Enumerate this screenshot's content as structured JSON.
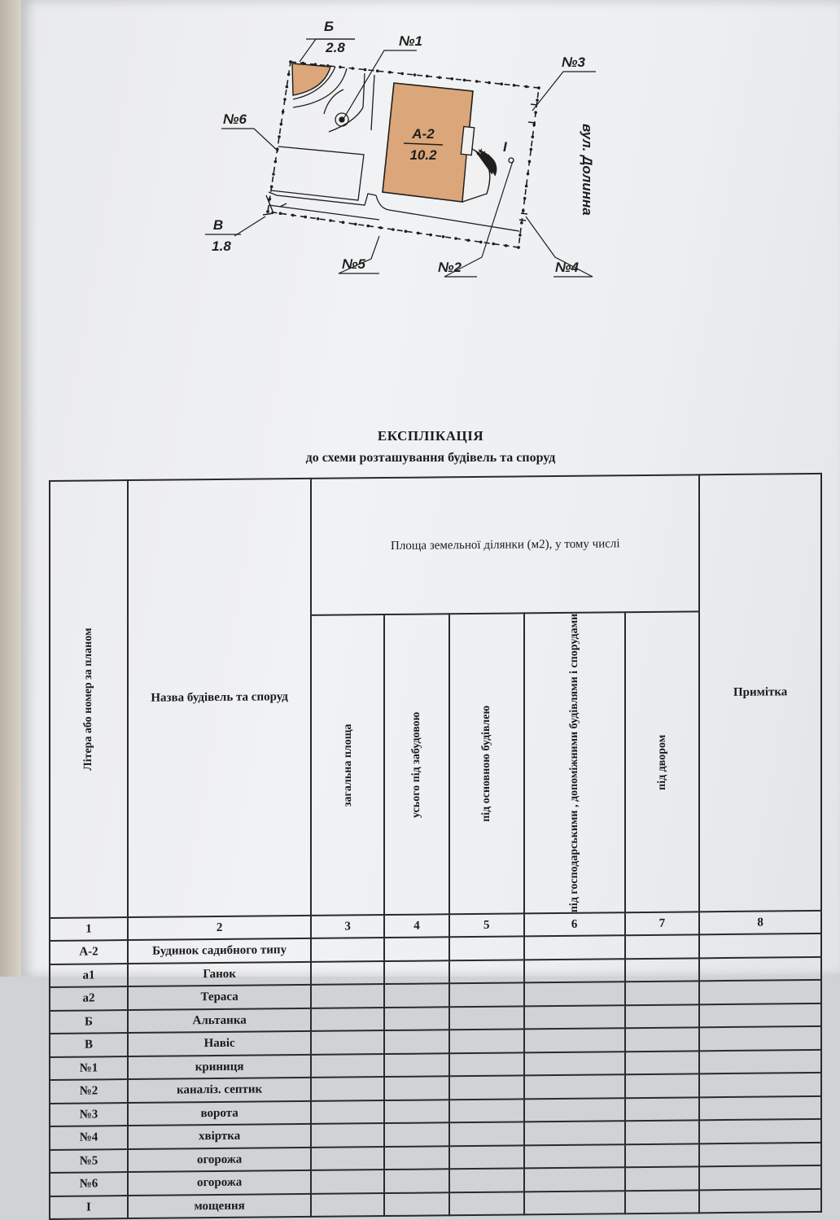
{
  "scheme": {
    "labels": {
      "b_letter": "Б",
      "b_value": "2.8",
      "n1": "№1",
      "n2": "№2",
      "n3": "№3",
      "n4": "№4",
      "n5": "№5",
      "n6": "№6",
      "v_letter": "В",
      "v_value": "1.8",
      "house_letter": "А-2",
      "house_value": "10.2",
      "paving": "І",
      "street": "вул. Долинна"
    },
    "colors": {
      "building_fill": "#dba679",
      "line": "#1e1e1e"
    }
  },
  "explication": {
    "title": "ЕКСПЛІКАЦІЯ",
    "subtitle": "до схеми розташування будівель та споруд",
    "headers": {
      "col1": "Літера або номер за планом",
      "col2": "Назва будівель та споруд",
      "area_group": "Площа земельної ділянки (м2), у тому числі",
      "col3": "загальна площа",
      "col4": "усього під забудовою",
      "col5": "під основною будівлею",
      "col6": "під господарськими , допоміжними будівлями і спорудами",
      "col7": "під двором",
      "col8": "Примітка"
    },
    "column_numbers": [
      "1",
      "2",
      "3",
      "4",
      "5",
      "6",
      "7",
      "8"
    ],
    "rows": [
      {
        "code": "А-2",
        "name": "Будинок садибного типу"
      },
      {
        "code": "а1",
        "name": "Ганок"
      },
      {
        "code": "а2",
        "name": "Тераса"
      },
      {
        "code": "Б",
        "name": "Альтанка"
      },
      {
        "code": "В",
        "name": "Навіс"
      },
      {
        "code": "№1",
        "name": "криниця"
      },
      {
        "code": "№2",
        "name": "каналіз. септик"
      },
      {
        "code": "№3",
        "name": "ворота"
      },
      {
        "code": "№4",
        "name": "хвіртка"
      },
      {
        "code": "№5",
        "name": "огорожа"
      },
      {
        "code": "№6",
        "name": "огорожа"
      },
      {
        "code": "І",
        "name": "мощення"
      }
    ]
  }
}
